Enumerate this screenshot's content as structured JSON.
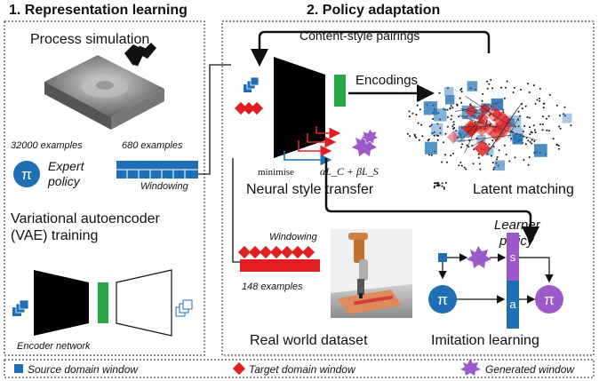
{
  "sections": {
    "representation_title": "1. Representation learning",
    "policy_title": "2. Policy adaptation"
  },
  "left": {
    "process_simulation": "Process simulation",
    "examples_32000": "32000 examples",
    "examples_680": "680 examples",
    "expert_policy_line1": "Expert",
    "expert_policy_line2": "policy",
    "pi": "π",
    "windowing": "Windowing",
    "vae_line1": "Variational autoencoder",
    "vae_line2": "(VAE) training",
    "encoder_network": "Encoder network"
  },
  "right": {
    "content_style": "Content-style pairings",
    "encodings": "Encodings",
    "minimise": "minimise",
    "loss_formula": "αL_C + βL_S",
    "neural_style_transfer": "Neural style transfer",
    "latent_matching": "Latent matching",
    "windowing": "Windowing",
    "examples_148": "148 examples",
    "real_world_dataset": "Real world dataset",
    "learner_policy_line1": "Learner",
    "learner_policy_line2": "policy",
    "s_label": "s",
    "a_label": "a",
    "pi": "π",
    "imitation_learning": "Imitation learning"
  },
  "legend": {
    "source": "Source domain window",
    "target": "Target domain window",
    "generated": "Generated window"
  },
  "colors": {
    "source_blue": "#1f6fb4",
    "target_red": "#e02020",
    "generated_purple": "#9b59c9",
    "encoding_green": "#27a844",
    "learner_purple": "#9b59c9"
  }
}
